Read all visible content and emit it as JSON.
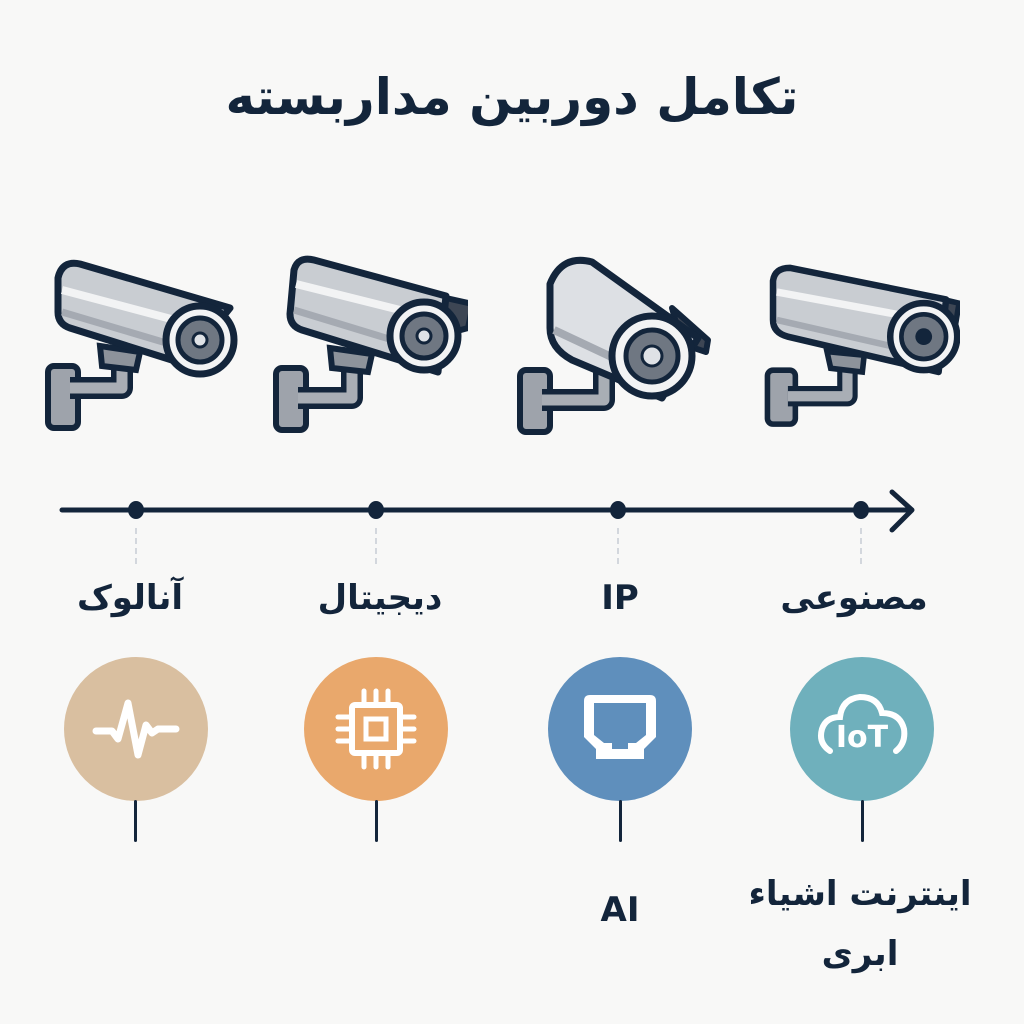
{
  "title": "تکامل دوربین مداربسته",
  "colors": {
    "background": "#f8f8f7",
    "ink": "#13253b",
    "analog": "#d9bfa0",
    "digital": "#e9a86c",
    "ip": "#5f8fbc",
    "iot": "#6fb0bc",
    "dash": "#d3d7dd"
  },
  "cameras": [
    {
      "name": "analog-camera-icon"
    },
    {
      "name": "digital-camera-icon"
    },
    {
      "name": "ip-camera-icon"
    },
    {
      "name": "ai-camera-icon"
    }
  ],
  "timeline": {
    "arrow": "right",
    "points": 4
  },
  "eras": [
    {
      "label": "آنالوک",
      "icon": "waveform-icon",
      "sub_label": ""
    },
    {
      "label": "دیجیتال",
      "icon": "chip-icon",
      "sub_label": ""
    },
    {
      "label": "IP",
      "icon": "ethernet-port-icon",
      "sub_label": "AI"
    },
    {
      "label": "مصنوعی",
      "icon": "iot-cloud-icon",
      "sub_label_lines": [
        "اینترنت اشیاء",
        "ابری"
      ]
    }
  ],
  "iot_icon_text": "IoT"
}
